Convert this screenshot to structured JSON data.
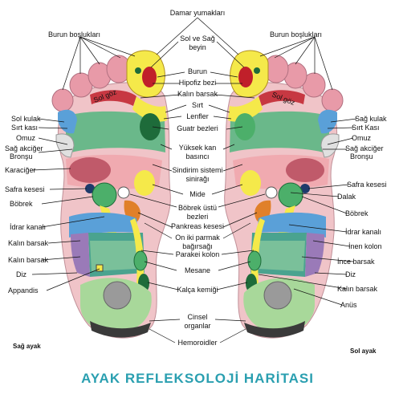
{
  "title": "AYAK REFLEKSOLOJİ HARİTASI",
  "right_foot_caption": "Sağ ayak",
  "left_foot_caption": "Sol ayak",
  "center_labels": [
    "Damar yumakları",
    "Sol ve Sağ",
    "beyin",
    "Burun",
    "Hipofiz bezi",
    "Kalın barsak",
    "Sırt",
    "Lenfler",
    "Guatr bezleri",
    "Yüksek kan",
    "basıncı",
    "Sindirim sistemi",
    "sinirağı",
    "Mide",
    "Böbrek üstü",
    "bezleri",
    "Pankreas kesesi",
    "On iki parmak",
    "bağırsağı",
    "Parakei kolon",
    "Mesane",
    "Kalça kemiği",
    "Cinsel",
    "organlar",
    "Hemoroidler"
  ],
  "left_labels": [
    "Burun boşlukları",
    "Sol kulak",
    "Sırt kası",
    "Omuz",
    "Sağ akciğer",
    "Bronşu",
    "Karaciğer",
    "Safra kesesi",
    "Böbrek",
    "İdrar kanalı",
    "Kalın barsak",
    "Kalın barsak",
    "Diz",
    "Appandis"
  ],
  "right_labels": [
    "Burun boşlukları",
    "Sağ kulak",
    "Sırt Kası",
    "Omuz",
    "Sağ akciğer",
    "Bronşu",
    "Safra kesesi",
    "Dalak",
    "Böbrek",
    "İdrar kanalı",
    "İnen kolon",
    "İnce barsak",
    "Diz",
    "Kalın barsak",
    "Anüs"
  ],
  "foot_small_labels": [
    "Sol göz",
    "Sol göz"
  ],
  "colors": {
    "title": "#2a9fb0",
    "skin": "#f0c4c8",
    "toe_pink": "#e89aa8",
    "brain_yellow": "#f5e94a",
    "dark_green": "#1e6b3a",
    "mid_green": "#4caf6a",
    "light_green": "#a8d89a",
    "teal": "#4aa38f",
    "blue": "#5aa0d8",
    "purple": "#9a7ab8",
    "orange": "#e0802a",
    "grey": "#9a9a9a",
    "dark_grey": "#3a3a3a",
    "red": "#c0202a"
  }
}
